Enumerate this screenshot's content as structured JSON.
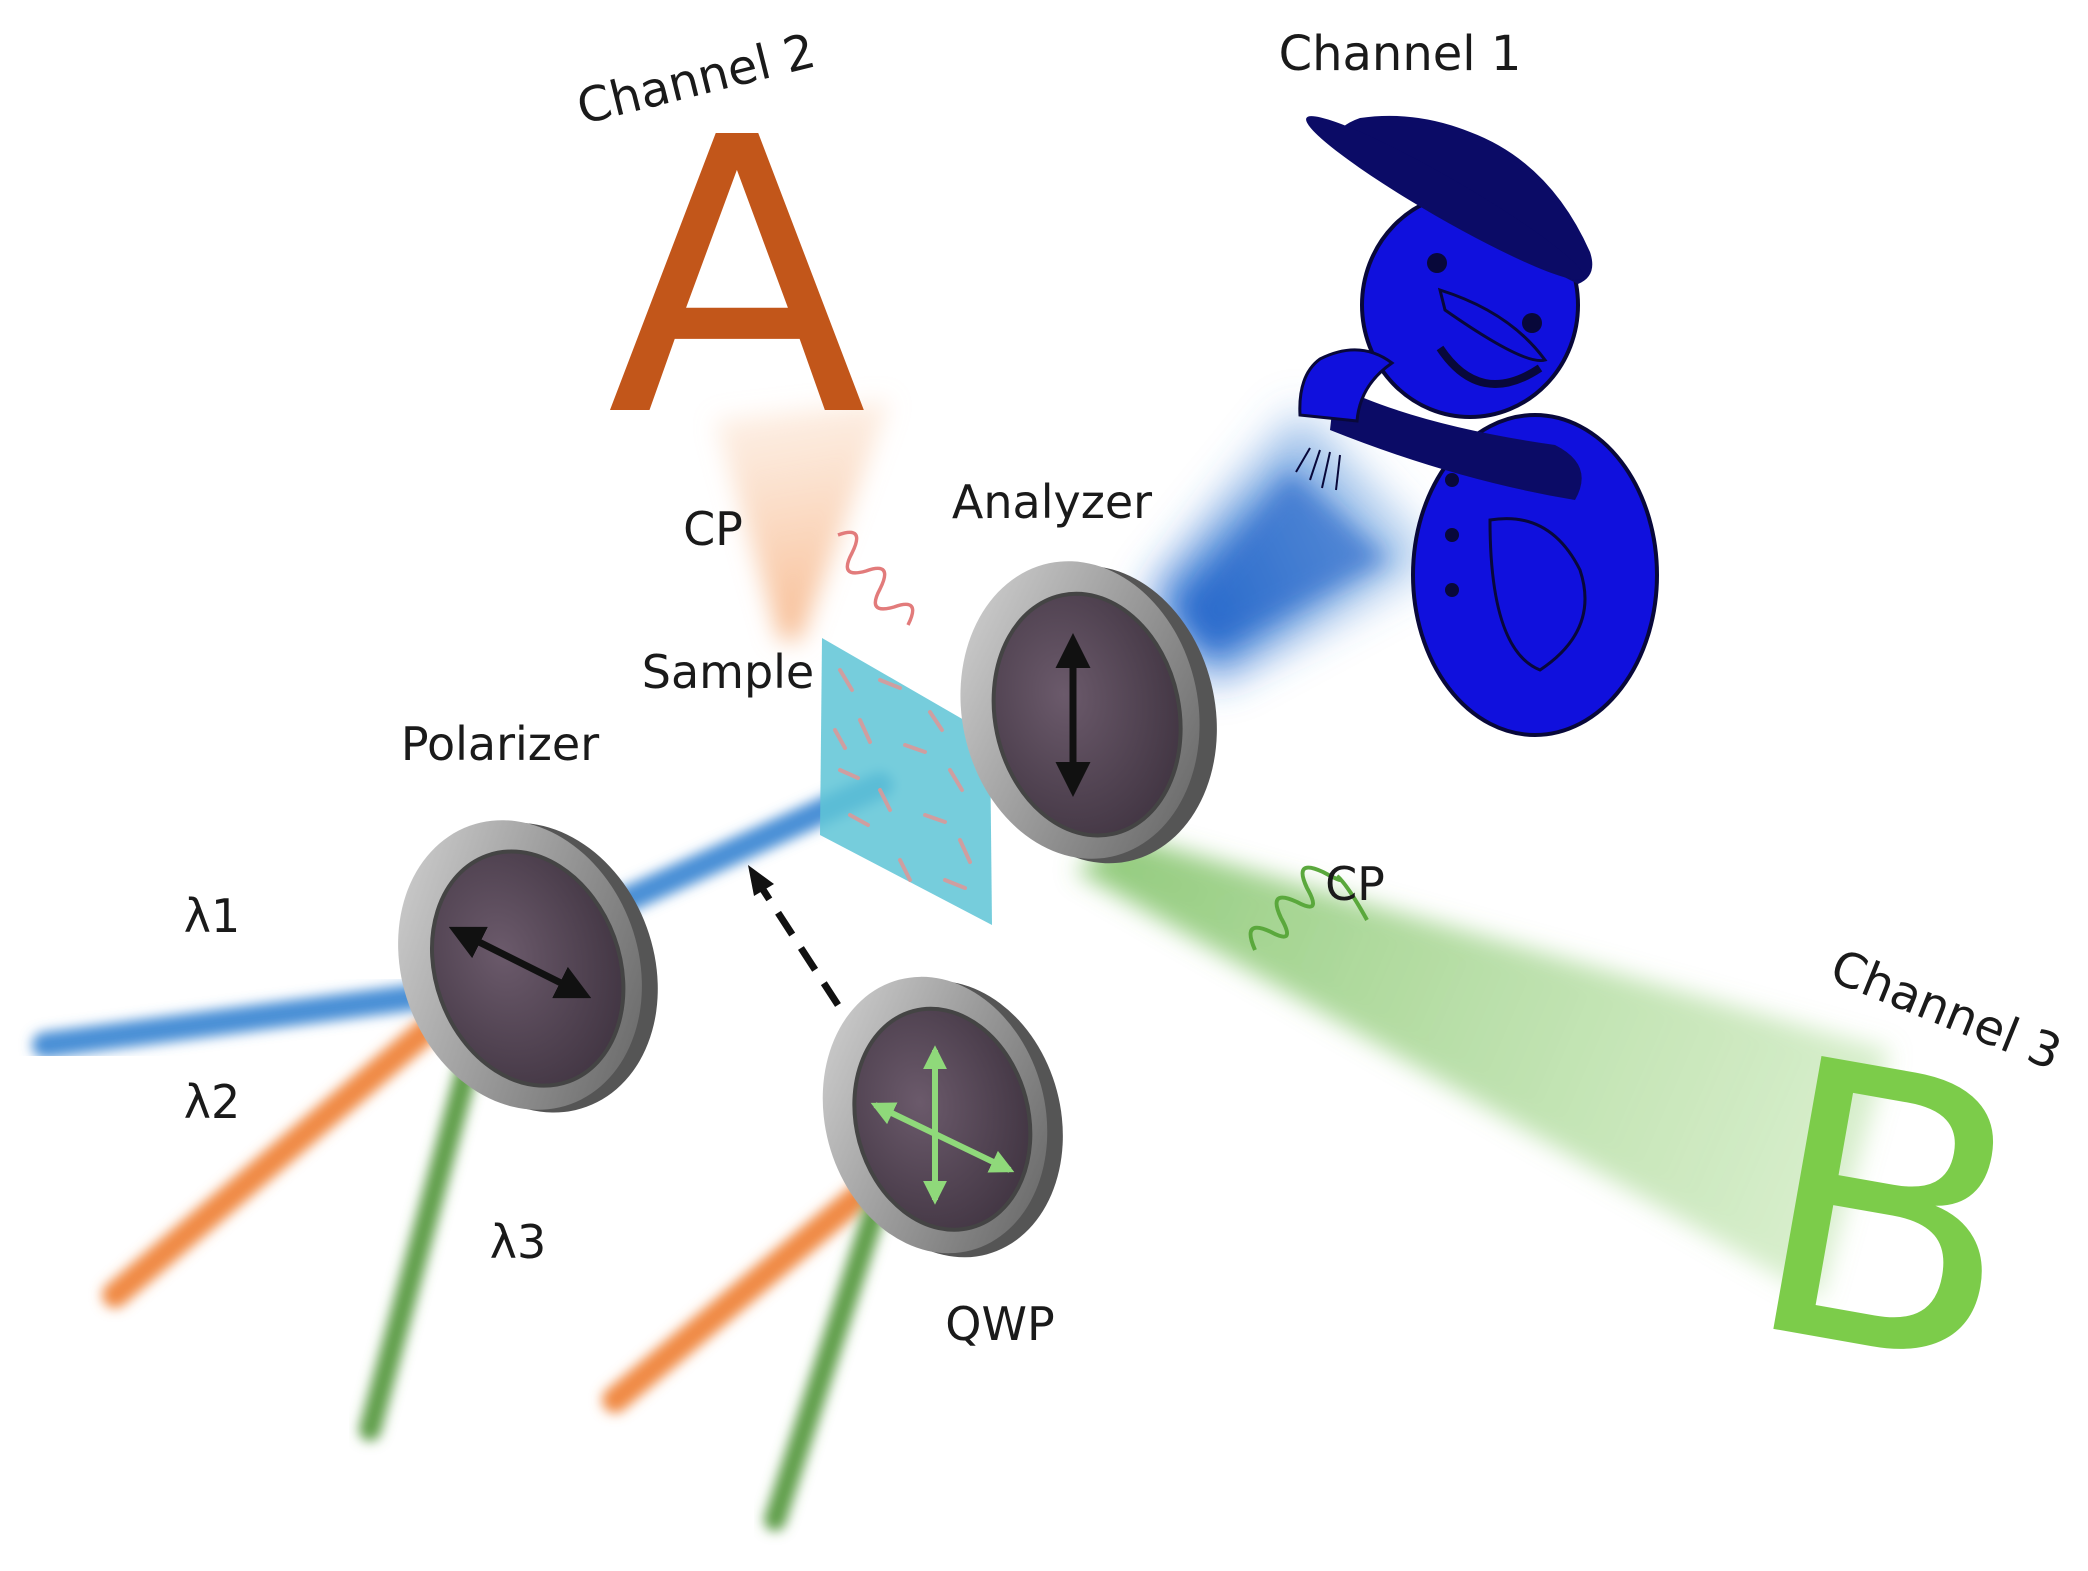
{
  "labels": {
    "channel1": "Channel 1",
    "channel2": "Channel 2",
    "channel3": "Channel 3",
    "analyzer": "Analyzer",
    "polarizer": "Polarizer",
    "sample": "Sample",
    "qwp": "QWP",
    "cp_top": "CP",
    "cp_bottom": "CP",
    "lambda1": "λ1",
    "lambda2": "λ2",
    "lambda3": "λ3"
  },
  "images": {
    "channel2_letter": "A",
    "channel3_letter": "B"
  },
  "colors": {
    "blue_beam": "#4a8fd6",
    "orange_beam": "#f08a44",
    "green_beam": "#5e9e4a",
    "letter_a": "#c2561a",
    "letter_b": "#7ccc4a",
    "snowman": "#1010dd",
    "snowman_dark": "#0b0b66",
    "sample": "#5ec4d6",
    "optic_glass": "#5a4a5a",
    "optic_ring": "#9a9a9a",
    "qwp_arrows": "#8fd97a"
  }
}
